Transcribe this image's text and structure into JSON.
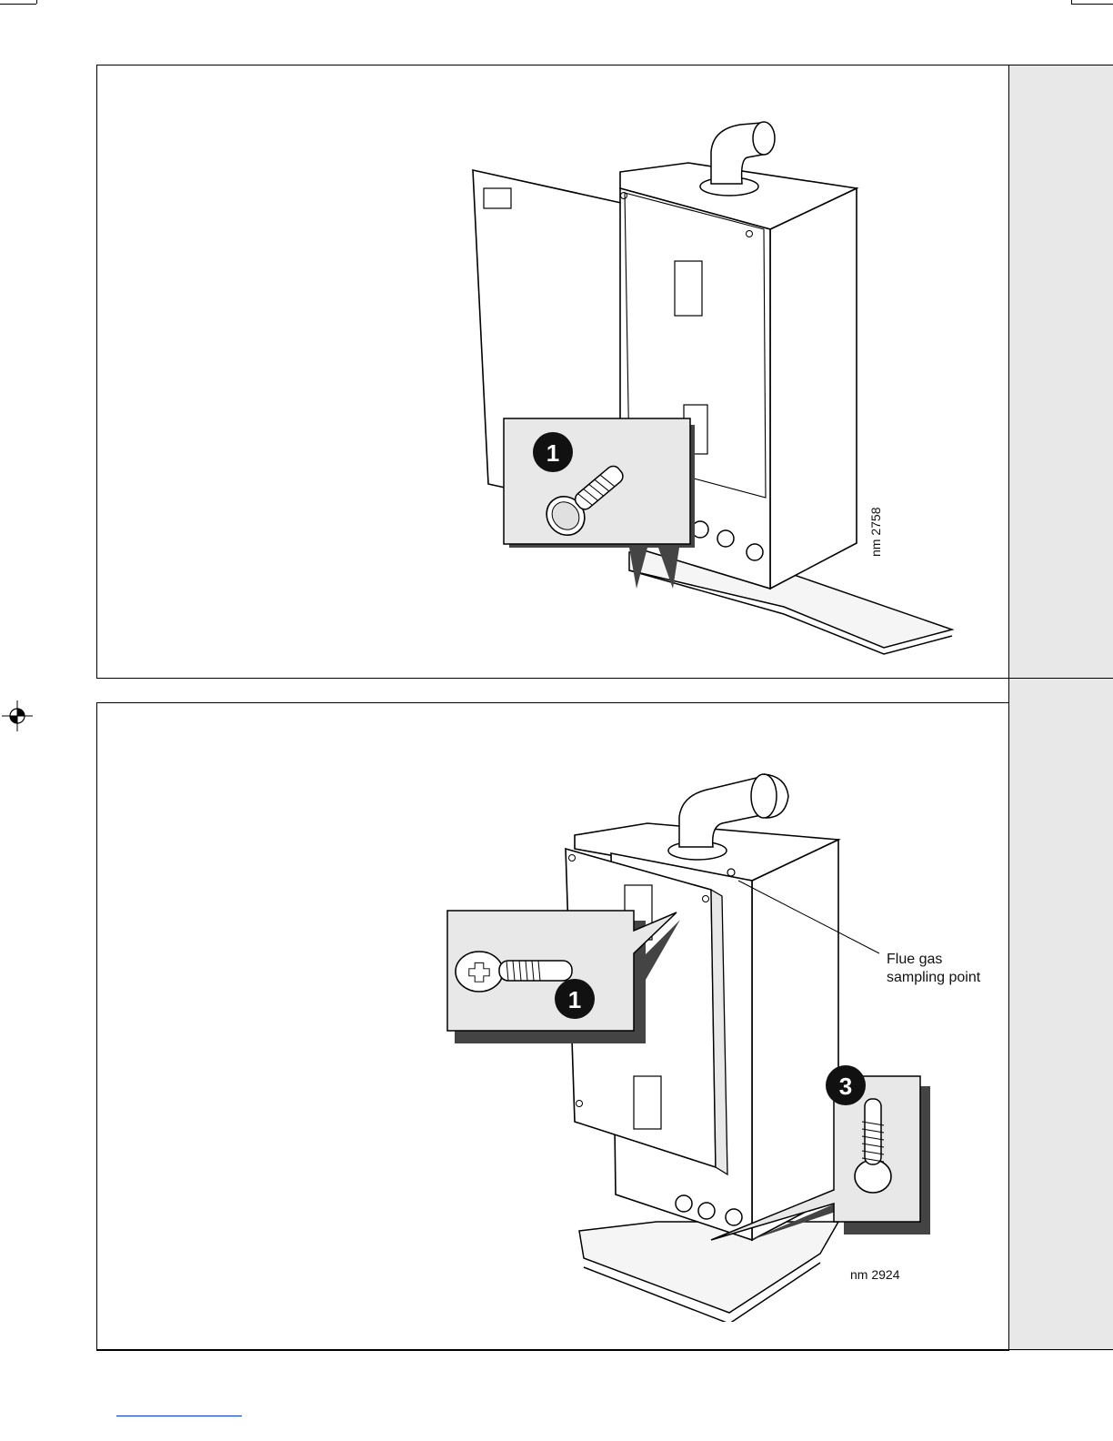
{
  "figure_top": {
    "code": "nm 2758",
    "callout_number": "1"
  },
  "figure_bottom": {
    "code": "nm 2924",
    "callout_number_a": "1",
    "callout_number_b": "3",
    "label_line1": "Flue gas",
    "label_line2": "sampling point"
  }
}
